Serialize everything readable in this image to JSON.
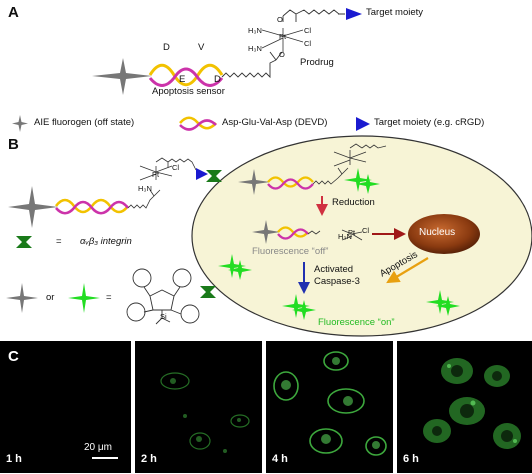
{
  "panel_a": {
    "letter": "A",
    "target_moiety": "Target moiety",
    "prodrug": "Prodrug",
    "apoptosis_sensor": "Apoptosis sensor",
    "peptide_letters": [
      "D",
      "E",
      "V",
      "D"
    ],
    "pt_atoms": {
      "h3n_top": "H₃N",
      "h3n_bottom": "H₃N",
      "pt": "Pt",
      "cl_top": "Cl",
      "cl_bottom": "Cl",
      "o_top": "O",
      "o_bottom": "O"
    },
    "legend": {
      "aie": "AIE fluorogen (off state)",
      "devd": "Asp-Glu-Val-Asp (DEVD)",
      "target": "Target moiety (e.g. cRGD)"
    }
  },
  "panel_b": {
    "letter": "B",
    "equals": "=",
    "integrin": "αᵥβ₃ integrin",
    "or": "or",
    "reduction": "Reduction",
    "nucleus": "Nucleus",
    "fluorescence_off": "Fluorescence “off”",
    "activated": "Activated",
    "caspase": "Caspase-3",
    "apoptosis": "Apoptosis",
    "fluorescence_on": "Fluorescence “on”",
    "si_label": "Si",
    "pt_small": {
      "h3n": "H₃N",
      "pt": "Pt",
      "cl": "Cl"
    }
  },
  "panel_c": {
    "letter": "C",
    "times": [
      "1 h",
      "2 h",
      "4 h",
      "6 h"
    ],
    "scale_bar": "20 μm"
  },
  "colors": {
    "star_gray": "#777777",
    "star_green": "#22dd22",
    "target_blue": "#1a1ad0",
    "cell_fill": "#f7f4d6",
    "nucleus": "#8a3a10",
    "peptide_yellow": "#f2c200",
    "peptide_magenta": "#cc33aa",
    "integrin_green": "#1a7a1a",
    "arrow_red": "#c0302a",
    "arrow_blue": "#2030b0",
    "arrow_orange": "#e8b020",
    "text_green": "#22bb22",
    "text_gray": "#888888"
  }
}
